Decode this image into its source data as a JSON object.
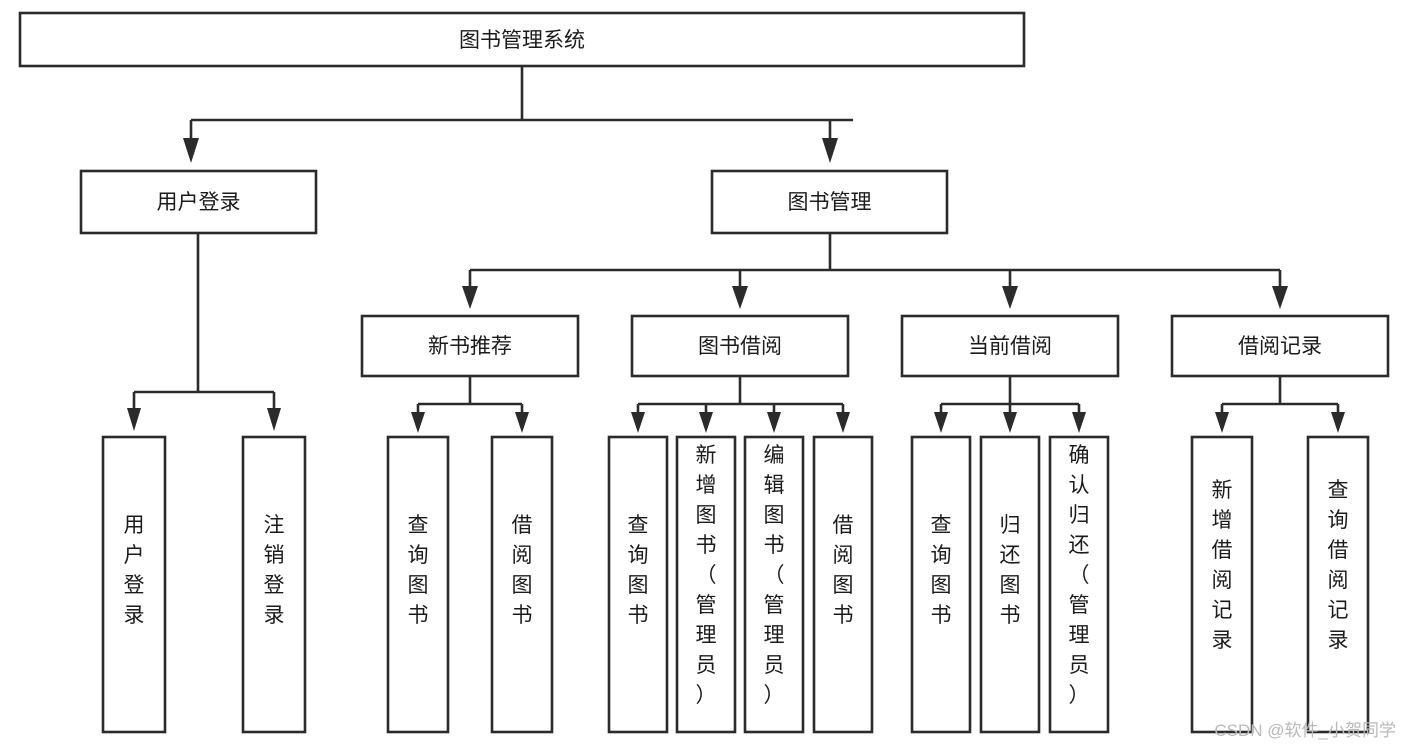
{
  "diagram": {
    "title": "图书管理系统",
    "root": {
      "id": "root",
      "label": "图书管理系统",
      "level": 1
    },
    "level2": [
      {
        "id": "user-login",
        "label": "用户登录"
      },
      {
        "id": "book-manage",
        "label": "图书管理"
      }
    ],
    "level3": [
      {
        "id": "new-book-recommend",
        "label": "新书推荐",
        "parent": "book-manage"
      },
      {
        "id": "book-borrow",
        "label": "图书借阅",
        "parent": "book-manage"
      },
      {
        "id": "current-borrow",
        "label": "当前借阅",
        "parent": "book-manage"
      },
      {
        "id": "borrow-record",
        "label": "借阅记录",
        "parent": "book-manage"
      }
    ],
    "leaves": [
      {
        "id": "leaf-user-login",
        "label": "用户登录",
        "parent": "user-login"
      },
      {
        "id": "leaf-logout",
        "label": "注销登录",
        "parent": "user-login"
      },
      {
        "id": "leaf-query-book-1",
        "label": "查询图书",
        "parent": "new-book-recommend"
      },
      {
        "id": "leaf-borrow-book-1",
        "label": "借阅图书",
        "parent": "new-book-recommend"
      },
      {
        "id": "leaf-query-book-2",
        "label": "查询图书",
        "parent": "book-borrow"
      },
      {
        "id": "leaf-add-book",
        "label": "新增图书（管理员）",
        "parent": "book-borrow"
      },
      {
        "id": "leaf-edit-book",
        "label": "编辑图书（管理员）",
        "parent": "book-borrow"
      },
      {
        "id": "leaf-borrow-book-2",
        "label": "借阅图书",
        "parent": "book-borrow"
      },
      {
        "id": "leaf-query-book-3",
        "label": "查询图书",
        "parent": "current-borrow"
      },
      {
        "id": "leaf-return-book",
        "label": "归还图书",
        "parent": "current-borrow"
      },
      {
        "id": "leaf-confirm-return",
        "label": "确认归还（管理员）",
        "parent": "current-borrow"
      },
      {
        "id": "leaf-add-record",
        "label": "新增借阅记录",
        "parent": "borrow-record"
      },
      {
        "id": "leaf-query-record",
        "label": "查询借阅记录",
        "parent": "borrow-record"
      }
    ],
    "colors": {
      "stroke": "#2b2b2b",
      "fill": "#ffffff",
      "text": "#1b1b1b",
      "watermark": "#b9b9b9"
    }
  },
  "watermark": {
    "text": "CSDN @软件_小贺同学"
  }
}
